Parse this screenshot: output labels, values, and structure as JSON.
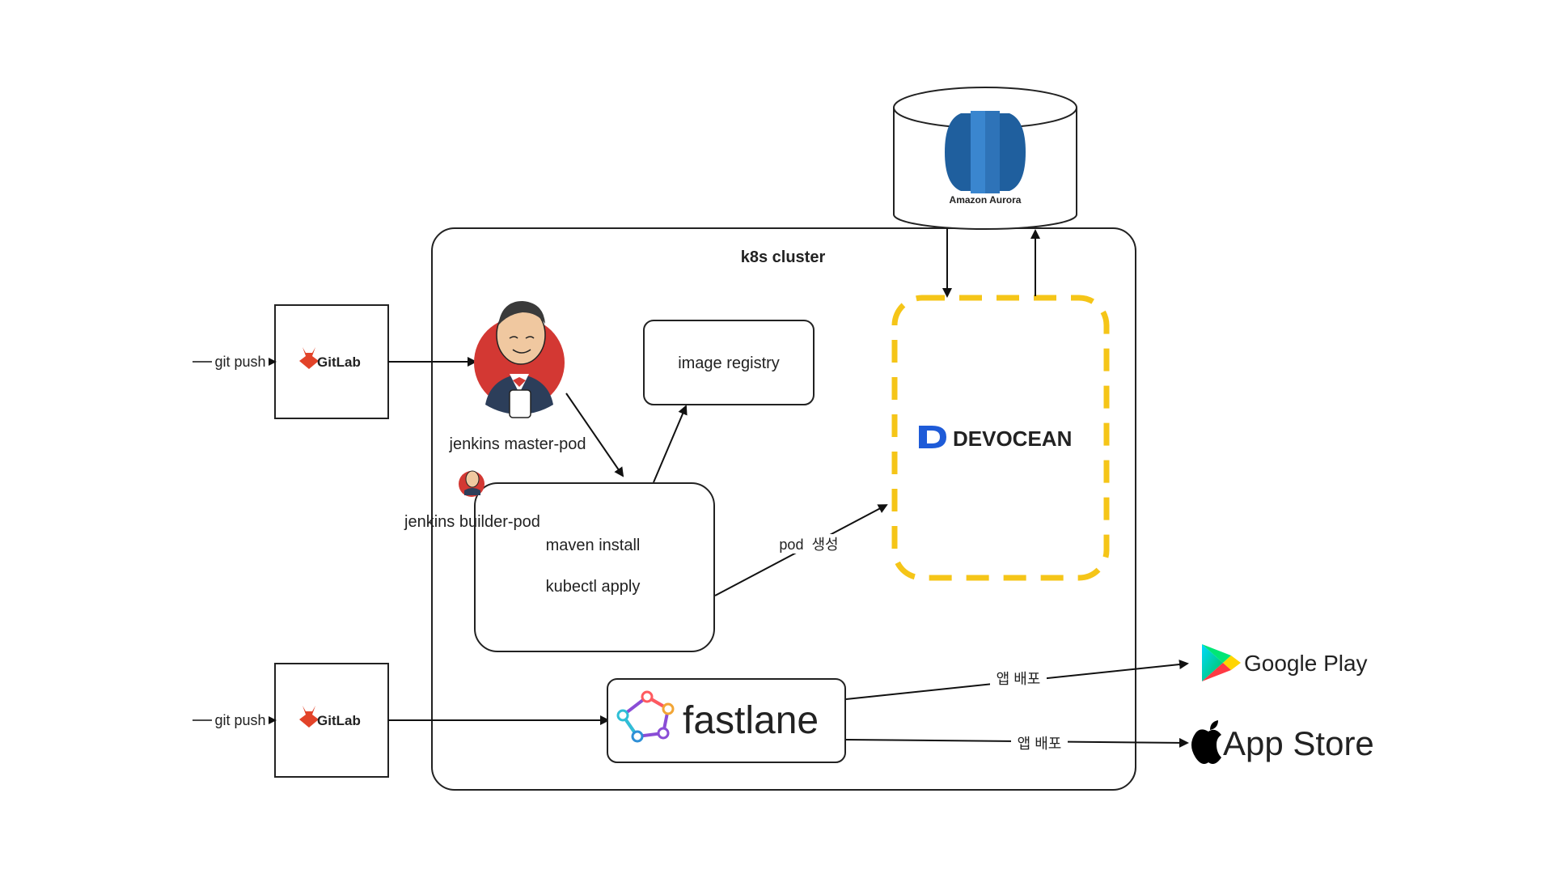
{
  "cluster": {
    "title": "k8s cluster"
  },
  "sources": [
    {
      "push_label": "git push",
      "brand": "GitLab"
    },
    {
      "push_label": "git push",
      "brand": "GitLab"
    }
  ],
  "jenkins_master": {
    "label": "jenkins master-pod"
  },
  "jenkins_builder": {
    "label": "jenkins builder-pod",
    "steps": [
      "maven install",
      "kubectl apply"
    ]
  },
  "image_registry": {
    "label": "image registry"
  },
  "devocean": {
    "brand": "DEVOCEAN"
  },
  "pod_edge": {
    "label": "pod  생성"
  },
  "database": {
    "label": "Amazon Aurora"
  },
  "fastlane": {
    "brand": "fastlane"
  },
  "deploy_edges": [
    {
      "label": "앱 배포"
    },
    {
      "label": "앱 배포"
    }
  ],
  "stores": {
    "google": "Google Play",
    "apple": "App Store"
  },
  "colors": {
    "gitlab": "#E24329",
    "jenkins_red": "#D33833",
    "devocean_blue": "#1e5bd8",
    "dash_yellow": "#F5C518",
    "aurora_blue": "#2E73B8"
  }
}
